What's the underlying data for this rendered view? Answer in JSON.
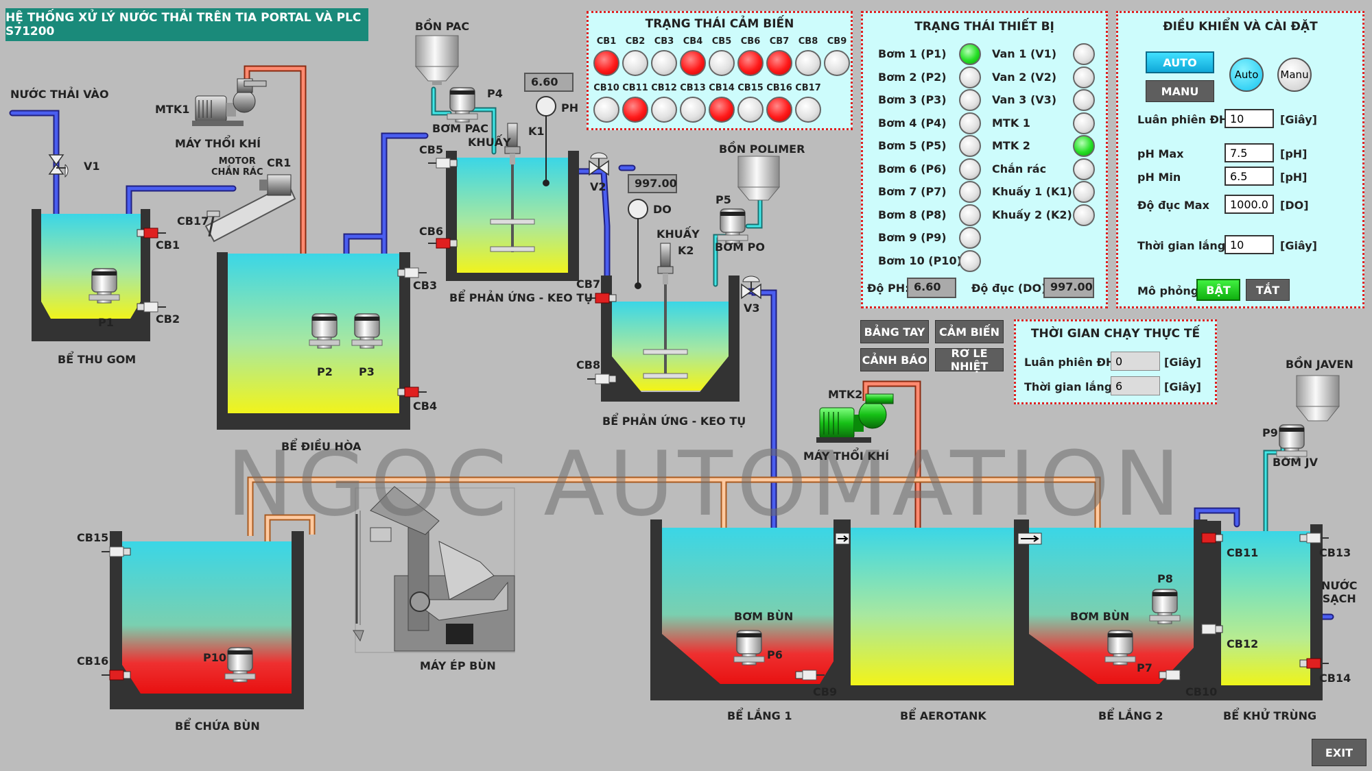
{
  "title": "HỆ THỐNG XỬ LÝ NƯỚC THẢI TRÊN TIA PORTAL VÀ PLC S71200",
  "watermark": "NGOC AUTOMATION",
  "sensor_panel": {
    "title": "TRẠNG THÁI CẢM BIẾN",
    "row1": [
      {
        "label": "CB1",
        "state": "red"
      },
      {
        "label": "CB2",
        "state": "off"
      },
      {
        "label": "CB3",
        "state": "off"
      },
      {
        "label": "CB4",
        "state": "red"
      },
      {
        "label": "CB5",
        "state": "off"
      },
      {
        "label": "CB6",
        "state": "red"
      },
      {
        "label": "CB7",
        "state": "red"
      },
      {
        "label": "CB8",
        "state": "off"
      },
      {
        "label": "CB9",
        "state": "off"
      }
    ],
    "row2": [
      {
        "label": "CB10",
        "state": "off"
      },
      {
        "label": "CB11",
        "state": "red"
      },
      {
        "label": "CB12",
        "state": "off"
      },
      {
        "label": "CB13",
        "state": "off"
      },
      {
        "label": "CB14",
        "state": "red"
      },
      {
        "label": "CB15",
        "state": "off"
      },
      {
        "label": "CB16",
        "state": "red"
      },
      {
        "label": "CB17",
        "state": "off"
      }
    ]
  },
  "device_panel": {
    "title": "TRẠNG THÁI THIẾT BỊ",
    "col1": [
      {
        "label": "Bơm 1 (P1)",
        "state": "green"
      },
      {
        "label": "Bơm 2 (P2)",
        "state": "off"
      },
      {
        "label": "Bơm 3 (P3)",
        "state": "off"
      },
      {
        "label": "Bơm 4 (P4)",
        "state": "off"
      },
      {
        "label": "Bơm 5 (P5)",
        "state": "off"
      },
      {
        "label": "Bơm 6 (P6)",
        "state": "off"
      },
      {
        "label": "Bơm 7 (P7)",
        "state": "off"
      },
      {
        "label": "Bơm 8 (P8)",
        "state": "off"
      },
      {
        "label": "Bơm 9 (P9)",
        "state": "off"
      },
      {
        "label": "Bơm 10 (P10)",
        "state": "off"
      }
    ],
    "col2": [
      {
        "label": "Van 1 (V1)",
        "state": "off"
      },
      {
        "label": "Van 2 (V2)",
        "state": "off"
      },
      {
        "label": "Van 3 (V3)",
        "state": "off"
      },
      {
        "label": "MTK 1",
        "state": "off"
      },
      {
        "label": "MTK 2",
        "state": "green"
      },
      {
        "label": "Chắn rác",
        "state": "off"
      },
      {
        "label": "Khuấy 1 (K1)",
        "state": "off"
      },
      {
        "label": "Khuấy 2 (K2)",
        "state": "off"
      }
    ],
    "ph_label": "Độ PH:",
    "ph_value": "6.60",
    "do_label": "Độ đục (DO)",
    "do_value": "997.00"
  },
  "control_panel": {
    "title": "ĐIỀU KHIỂN VÀ CÀI ĐẶT",
    "auto_btn": "AUTO",
    "manu_btn": "MANU",
    "auto_circle": "Auto",
    "manu_circle": "Manu",
    "rot_label": "Luân phiên ĐH:",
    "rot_value": "10",
    "rot_unit": "[Giây]",
    "phmax_label": "pH Max",
    "phmax_value": "7.5",
    "phmax_unit": "[pH]",
    "phmin_label": "pH Min",
    "phmin_value": "6.5",
    "phmin_unit": "[pH]",
    "domax_label": "Độ đục Max",
    "domax_value": "1000.0",
    "domax_unit": "[DO]",
    "settle_label": "Thời gian lắng:",
    "settle_value": "10",
    "settle_unit": "[Giây]",
    "sim_label": "Mô phỏng",
    "sim_on": "BẬT",
    "sim_off": "TẮT"
  },
  "nav_buttons": {
    "manual": "BẢNG TAY",
    "sensor": "CẢM BIẾN",
    "alarm": "CẢNH BÁO",
    "relay": "RƠ LE NHIỆT"
  },
  "runtime_panel": {
    "title": "THỜI GIAN CHẠY THỰC TẾ",
    "rot_label": "Luân phiên ĐH:",
    "rot_value": "0",
    "rot_unit": "[Giây]",
    "settle_label": "Thời gian lắng:",
    "settle_value": "6",
    "settle_unit": "[Giây]"
  },
  "exit": "EXIT",
  "plant": {
    "inlet": "NƯỚC THẢI VÀO",
    "v1": "V1",
    "mtk1": "MTK1",
    "blower1": "MÁY THỔI KHÍ",
    "motor_screen": "MOTOR\nCHẮN RÁC",
    "cr1": "CR1",
    "cb17": "CB17",
    "cb1": "CB1",
    "cb2": "CB2",
    "p1": "P1",
    "collect_tank": "BỂ THU GOM",
    "cb3": "CB3",
    "cb4": "CB4",
    "p2": "P2",
    "p3": "P3",
    "equal_tank": "BỂ ĐIỀU HÒA",
    "pac_tank": "BỒN PAC",
    "p4": "P4",
    "pac_pump": "BƠM PAC",
    "mixer1": "KHUẤY",
    "k1": "K1",
    "ph_disp": "6.60",
    "ph": "PH",
    "cb5": "CB5",
    "cb6": "CB6",
    "react1": "BỂ PHẢN ỨNG - KEO TỤ",
    "v2": "V2",
    "do_disp": "997.00",
    "do": "DO",
    "poly_tank": "BỒN POLIMER",
    "p5": "P5",
    "po_pump": "BƠM PO",
    "mixer2": "KHUẤY",
    "k2": "K2",
    "cb7": "CB7",
    "cb8": "CB8",
    "v3": "V3",
    "react2": "BỂ PHẢN ỨNG - KEO TỤ",
    "mtk2": "MTK2",
    "blower2": "MÁY THỔI KHÍ",
    "javen_tank": "BỒN JAVEN",
    "p9": "P9",
    "jv_pump": "BƠM JV",
    "cb15": "CB15",
    "cb16": "CB16",
    "p10": "P10",
    "sludge_tank": "BỂ CHỨA BÙN",
    "press": "MÁY ÉP BÙN",
    "sludge_pump1": "BƠM BÙN",
    "p6": "P6",
    "cb9": "CB9",
    "settle1": "BỂ LẮNG 1",
    "aerotank": "BỂ AEROTANK",
    "sludge_pump2": "BƠM BÙN",
    "p7": "P7",
    "p8": "P8",
    "cb10": "CB10",
    "settle2": "BỂ LẮNG 2",
    "cb11": "CB11",
    "cb12": "CB12",
    "cb13": "CB13",
    "cb14": "CB14",
    "clean_water": "NƯỚC\nSẠCH",
    "disinfect": "BỂ KHỬ TRÙNG"
  }
}
